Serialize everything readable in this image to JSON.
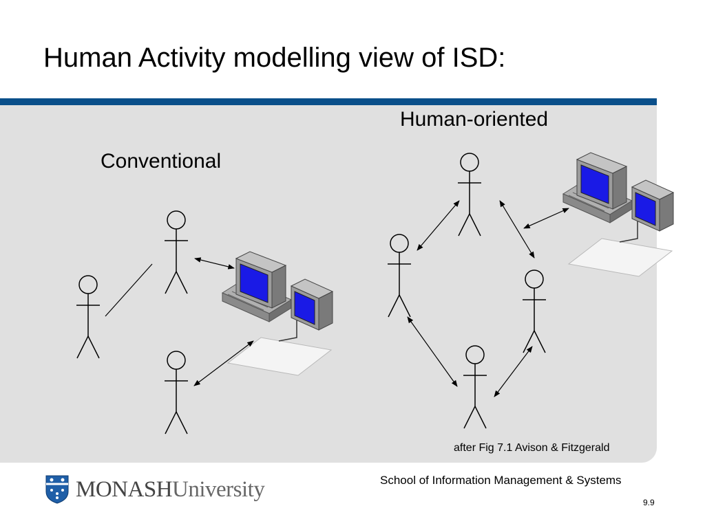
{
  "slide": {
    "title": "Human Activity modelling view of ISD:",
    "number": "9.9"
  },
  "diagram": {
    "left_label": "Conventional",
    "right_label": "Human-oriented",
    "caption": "after Fig 7.1 Avison & Fitzgerald",
    "icons": [
      "stick-figure-icon",
      "computer-workstation-icon"
    ]
  },
  "footer": {
    "logo_brand": "MONASH",
    "logo_suffix": "University",
    "school": "School of Information Management & Systems"
  },
  "colors": {
    "title_bar": "#0a4f8a",
    "panel": "#e0e0e0",
    "screen": "#1a1ae6"
  }
}
